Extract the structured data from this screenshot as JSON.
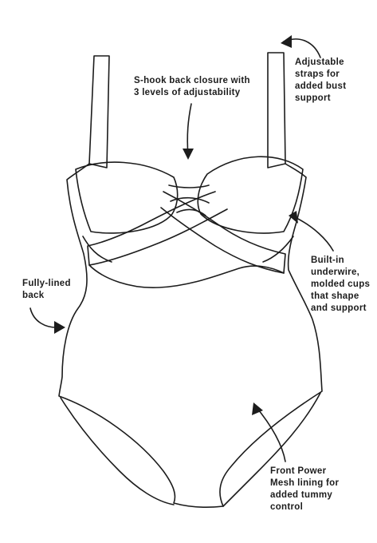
{
  "annotations": {
    "closure": "S-hook back closure with\n3 levels of adjustability",
    "straps": "Adjustable\nstraps for\nadded bust\nsupport",
    "underwire": "Built-in\nunderwire,\nmolded cups\nthat shape\nand support",
    "back": "Fully-lined\nback",
    "mesh": "Front Power\nMesh lining for\nadded tummy\ncontrol"
  },
  "colors": {
    "ink": "#1c1c1c",
    "background": "#ffffff"
  }
}
